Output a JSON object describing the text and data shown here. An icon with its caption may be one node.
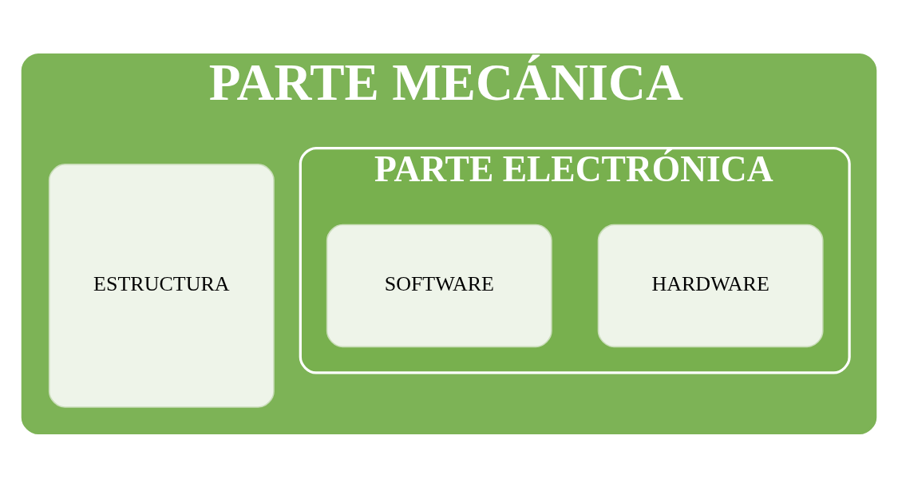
{
  "diagram": {
    "nodes": [
      {
        "text": [
          "PARTE MECÁNICA"
        ]
      },
      {
        "text": [
          "ESTRUCTURA"
        ],
        "in": 0
      },
      {
        "text": [
          "PARTE ELECTRÓNICA"
        ],
        "in": 0
      },
      {
        "text": [
          "HARDWARE"
        ],
        "in": 2
      },
      {
        "text": [
          "SOFTWARE"
        ],
        "in": 2
      }
    ]
  }
}
